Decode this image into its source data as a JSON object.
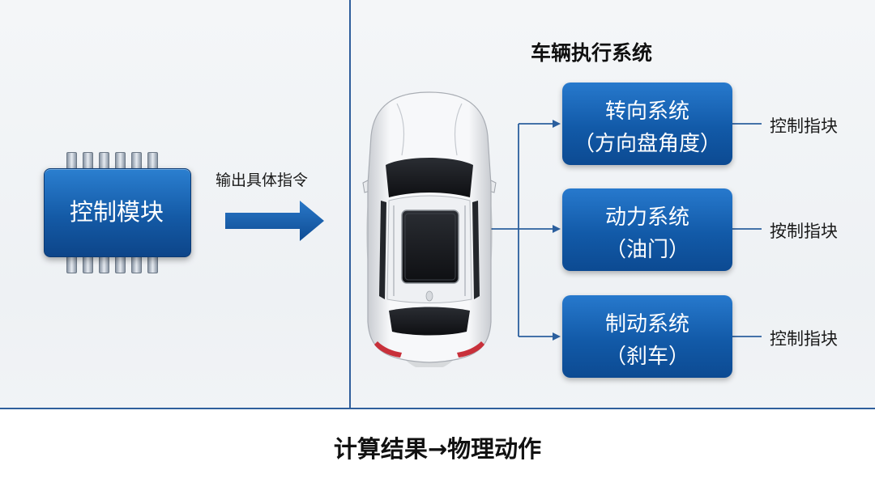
{
  "control_module": {
    "label": "控制模块"
  },
  "command_arrow": {
    "label": "输出具体指令"
  },
  "execution_title": "车辆执行系统",
  "systems": [
    {
      "name": "转向系统",
      "detail": "（方向盘角度）",
      "note": "控制指块"
    },
    {
      "name": "动力系统",
      "detail": "（油门）",
      "note": "按制指块"
    },
    {
      "name": "制动系统",
      "detail": "（刹车）",
      "note": "控制指块"
    }
  ],
  "footer": "计算结果→物理动作",
  "colors": {
    "accent_blue": "#145aa6",
    "divider": "#2f5e9c",
    "car_body": "#f2f3f5"
  }
}
